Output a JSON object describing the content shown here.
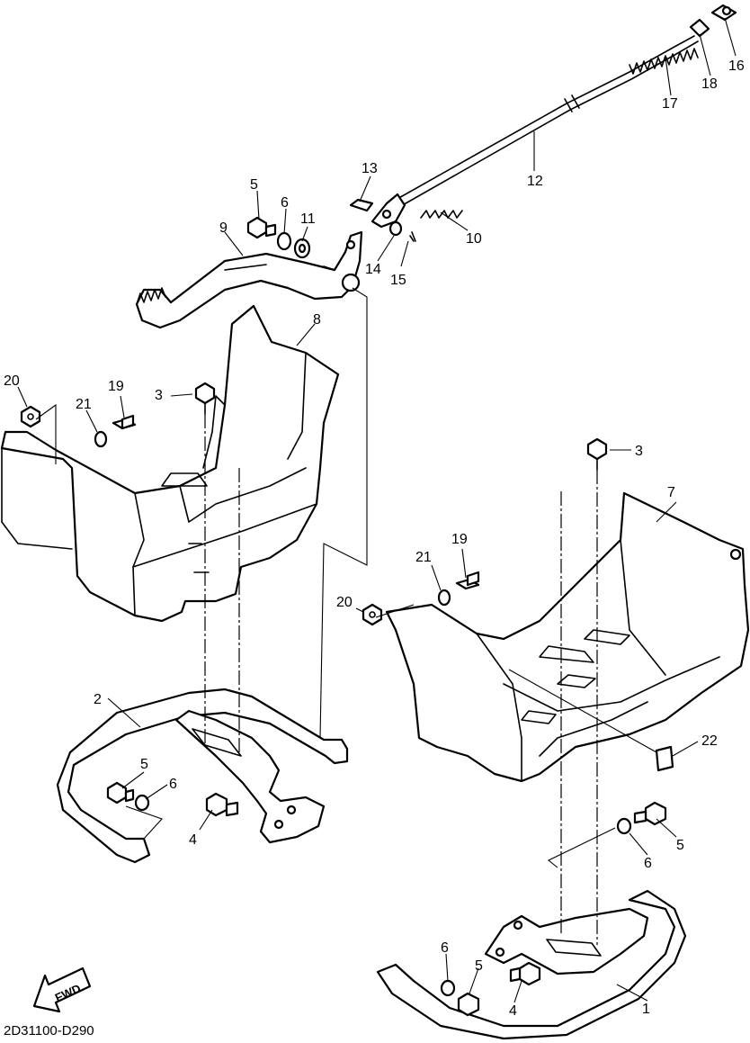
{
  "diagram_code": "2D31100-D290",
  "fwd_label": "FWD",
  "callouts": {
    "c1": "1",
    "c2": "2",
    "c3a": "3",
    "c3b": "3",
    "c4a": "4",
    "c4b": "4",
    "c5a": "5",
    "c5b": "5",
    "c5c": "5",
    "c5d": "5",
    "c6a": "6",
    "c6b": "6",
    "c6c": "6",
    "c6d": "6",
    "c7": "7",
    "c8": "8",
    "c9": "9",
    "c10": "10",
    "c11": "11",
    "c12": "12",
    "c13": "13",
    "c14": "14",
    "c15": "15",
    "c16": "16",
    "c17": "17",
    "c18": "18",
    "c19a": "19",
    "c19b": "19",
    "c20a": "20",
    "c20b": "20",
    "c21a": "21",
    "c21b": "21",
    "c22": "22"
  }
}
